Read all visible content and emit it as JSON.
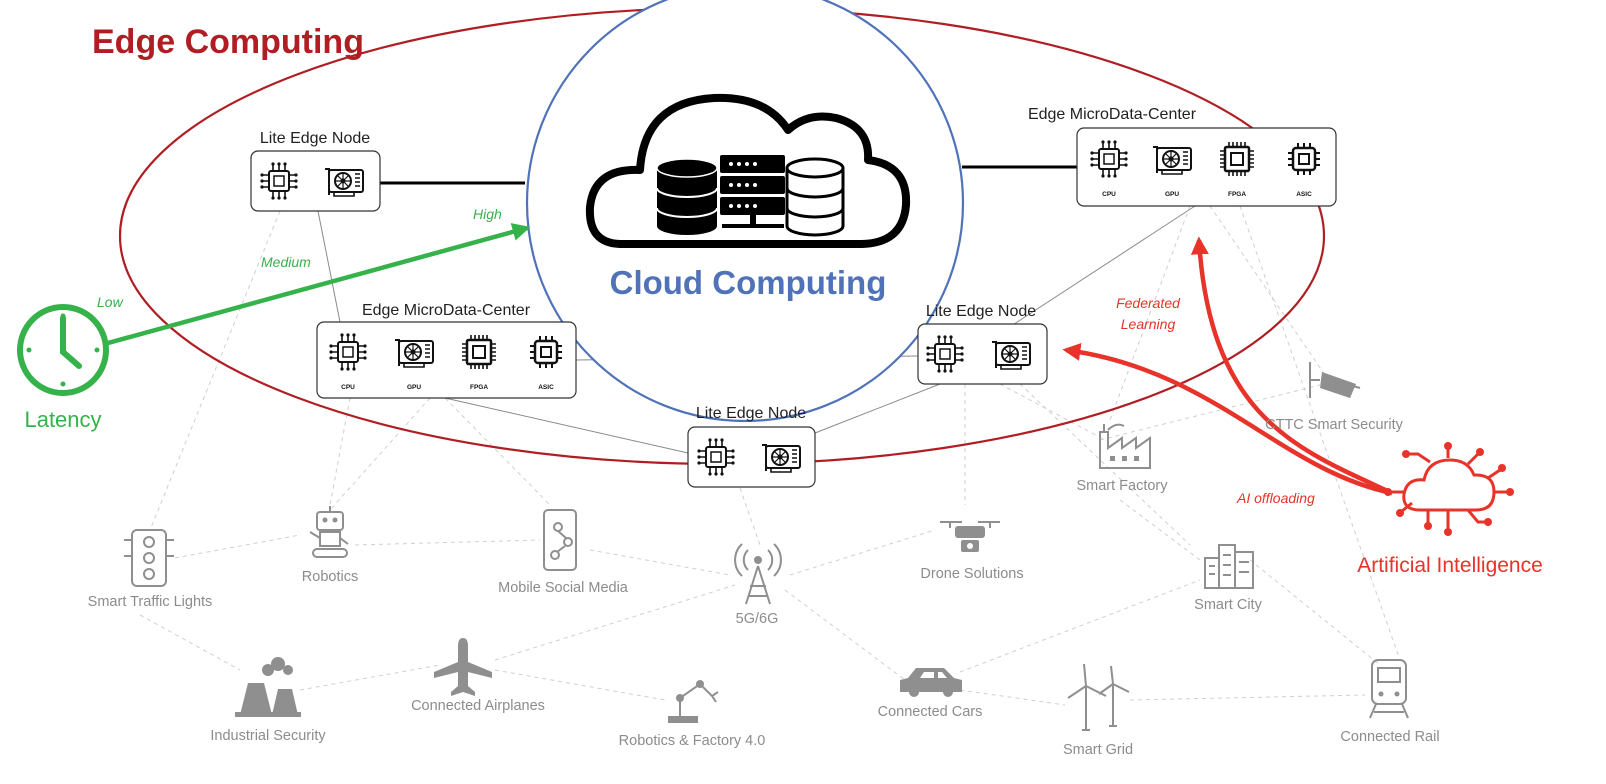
{
  "diagram": {
    "title": "Edge Computing",
    "cloud_label": "Cloud Computing",
    "nodes": {
      "lite_top_left": {
        "label": "Lite Edge Node"
      },
      "micro_top_right": {
        "label": "Edge MicroData-Center"
      },
      "micro_left": {
        "label": "Edge MicroData-Center"
      },
      "lite_right": {
        "label": "Lite Edge Node"
      },
      "lite_bottom": {
        "label": "Lite Edge Node"
      }
    },
    "chip_labels": {
      "cpu": "CPU",
      "gpu": "GPU",
      "fpga": "FPGA",
      "asic": "ASIC"
    },
    "latency": {
      "label": "Latency",
      "levels": {
        "low": "Low",
        "medium": "Medium",
        "high": "High"
      }
    },
    "ai": {
      "label": "Artificial Intelligence",
      "federated_line1": "Federated",
      "federated_line2": "Learning",
      "offloading": "AI offloading"
    },
    "applications": {
      "smart_traffic_lights": "Smart Traffic Lights",
      "robotics": "Robotics",
      "mobile_social_media": "Mobile Social Media",
      "five_g": "5G/6G",
      "drone_solutions": "Drone Solutions",
      "smart_factory": "Smart Factory",
      "cttc_smart_security": "CTTC Smart Security",
      "smart_city": "Smart City",
      "industrial_security": "Industrial Security",
      "connected_airplanes": "Connected Airplanes",
      "robotics_factory": "Robotics & Factory 4.0",
      "connected_cars": "Connected Cars",
      "smart_grid": "Smart Grid",
      "connected_rail": "Connected Rail"
    },
    "icons": [
      "cloud-icon",
      "database-icon",
      "server-rack-icon",
      "cpu-icon",
      "gpu-icon",
      "fpga-icon",
      "asic-icon",
      "clock-icon",
      "ai-cloud-circuit-icon",
      "traffic-light-icon",
      "robot-icon",
      "smartphone-icon",
      "antenna-tower-icon",
      "drone-icon",
      "factory-icon",
      "security-camera-icon",
      "city-buildings-icon",
      "industrial-plant-icon",
      "airplane-icon",
      "robotic-arm-icon",
      "car-icon",
      "wind-turbine-icon",
      "train-icon"
    ],
    "colors": {
      "edge": "#b01e23",
      "cloud": "#4f72b8",
      "latency": "#35b24a",
      "ai": "#e8332a",
      "apps": "#8f8f8f"
    }
  }
}
